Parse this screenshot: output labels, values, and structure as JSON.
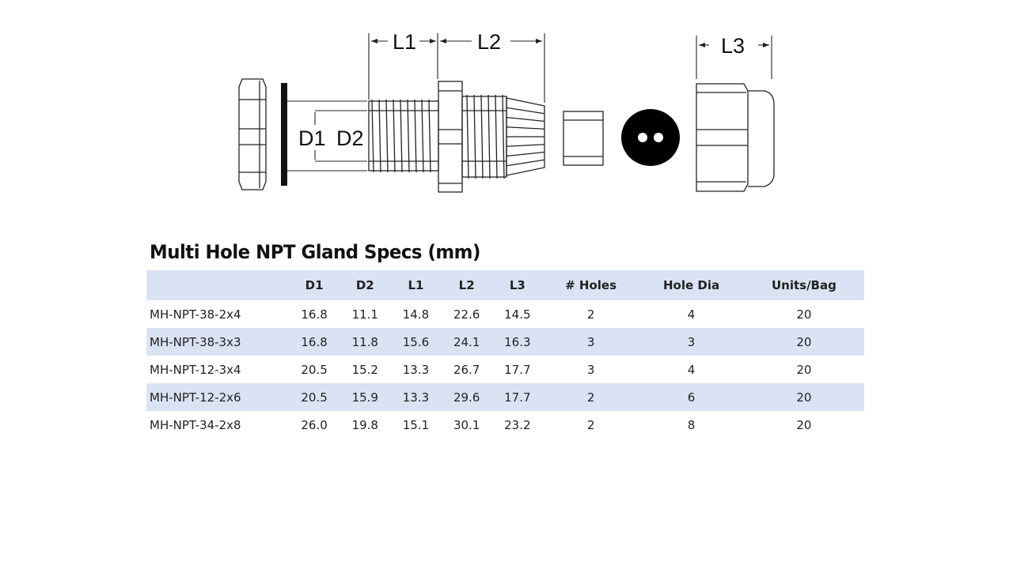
{
  "diagram": {
    "labels": {
      "l1": "L1",
      "l2": "L2",
      "l3": "L3",
      "d1": "D1",
      "d2": "D2"
    }
  },
  "table": {
    "title": "Multi Hole NPT Gland Specs (mm)",
    "headers": [
      "",
      "D1",
      "D2",
      "L1",
      "L2",
      "L3",
      "# Holes",
      "Hole Dia",
      "Units/Bag"
    ],
    "rows": [
      [
        "MH-NPT-38-2x4",
        "16.8",
        "11.1",
        "14.8",
        "22.6",
        "14.5",
        "2",
        "4",
        "20"
      ],
      [
        "MH-NPT-38-3x3",
        "16.8",
        "11.8",
        "15.6",
        "24.1",
        "16.3",
        "3",
        "3",
        "20"
      ],
      [
        "MH-NPT-12-3x4",
        "20.5",
        "15.2",
        "13.3",
        "26.7",
        "17.7",
        "3",
        "4",
        "20"
      ],
      [
        "MH-NPT-12-2x6",
        "20.5",
        "15.9",
        "13.3",
        "29.6",
        "17.7",
        "2",
        "6",
        "20"
      ],
      [
        "MH-NPT-34-2x8",
        "26.0",
        "19.8",
        "15.1",
        "30.1",
        "23.2",
        "2",
        "8",
        "20"
      ]
    ],
    "band_color": "#dae3f3"
  }
}
